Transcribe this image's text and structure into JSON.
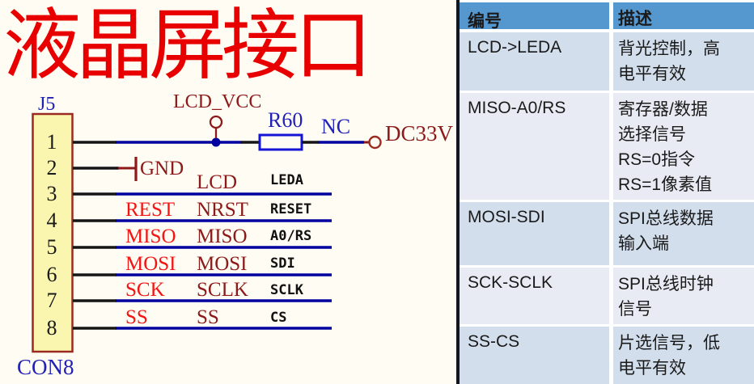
{
  "title": "液晶屏接口",
  "schematic": {
    "connector": {
      "ref": "J5",
      "type": "CON8",
      "pins": [
        "1",
        "2",
        "3",
        "4",
        "5",
        "6",
        "7",
        "8"
      ]
    },
    "power": {
      "net_label": "LCD_VCC",
      "resistor_ref": "R60",
      "nc_label": "NC",
      "supply_label": "DC33V"
    },
    "ground_label": "GND",
    "signal_rows": [
      {
        "mcu": "",
        "lcd": "LCD",
        "pin": "LEDA"
      },
      {
        "mcu": "REST",
        "lcd": "NRST",
        "pin": "RESET"
      },
      {
        "mcu": "MISO",
        "lcd": "MISO",
        "pin": "A0/RS"
      },
      {
        "mcu": "MOSI",
        "lcd": "MOSI",
        "pin": "SDI"
      },
      {
        "mcu": "SCK",
        "lcd": "SCLK",
        "pin": "SCLK"
      },
      {
        "mcu": "SS",
        "lcd": "SS",
        "pin": "CS"
      }
    ]
  },
  "table": {
    "headers": [
      "编号",
      "描述"
    ],
    "rows": [
      {
        "id": "LCD->LEDA",
        "desc": "背光控制，高\n电平有效"
      },
      {
        "id": "MISO-A0/RS",
        "desc": "寄存器/数据\n选择信号\nRS=0指令\nRS=1像素值"
      },
      {
        "id": "MOSI-SDI",
        "desc": "SPI总线数据\n输入端"
      },
      {
        "id": "SCK-SCLK",
        "desc": "SPI总线时钟\n信号"
      },
      {
        "id": "SS-CS",
        "desc": "片选信号，低\n电平有效"
      }
    ]
  },
  "colors": {
    "background_cream": "#FFFCF3",
    "title_red": "#E80000",
    "label_blue": "#2121B5",
    "wire_blue": "#0000A0",
    "maroon": "#8C1A1A",
    "signal_red": "#F51414",
    "connector_fill": "#FAF6B0",
    "connector_border": "#9B2A21",
    "table_header_bg": "#5598D0",
    "table_row_odd": "#D3DEED",
    "table_row_even": "#E9EBF4"
  }
}
